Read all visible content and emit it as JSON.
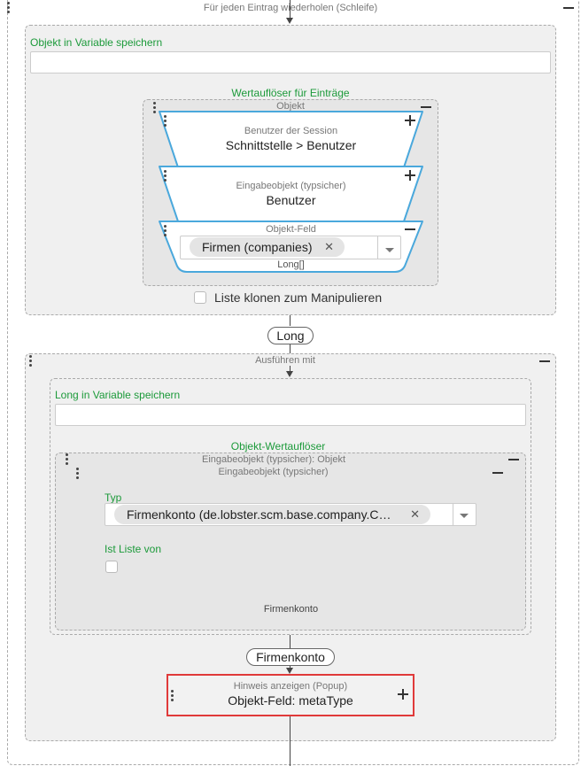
{
  "loop": {
    "title": "Für jeden Eintrag wiederholen (Schleife)",
    "variable_label": "Objekt in Variable speichern",
    "variable_value": "",
    "resolver_title": "Wertauflöser für Einträge",
    "object_label": "Objekt",
    "session_block": {
      "caption": "Benutzer der Session",
      "value": "Schnittstelle > Benutzer"
    },
    "input_block": {
      "caption": "Eingabeobjekt (typsicher)",
      "value": "Benutzer"
    },
    "field_block": {
      "caption": "Objekt-Feld",
      "chip": "Firmen (companies)",
      "chip_remove": "✕",
      "type_hint": "Long[]"
    },
    "clone_label": "Liste klonen zum Manipulieren"
  },
  "connector_long": "Long",
  "execute": {
    "title": "Ausführen mit",
    "variable_label": "Long in Variable speichern",
    "variable_value": "",
    "resolver_title": "Objekt-Wertauflöser",
    "outer_caption": "Eingabeobjekt (typsicher): Objekt",
    "inner_caption": "Eingabeobjekt (typsicher)",
    "type_label": "Typ",
    "type_chip": "Firmenkonto (de.lobster.scm.base.company.C…",
    "type_chip_remove": "✕",
    "is_list_label": "Ist Liste von",
    "footer": "Firmenkonto"
  },
  "connector_firmenkonto": "Firmenkonto",
  "popup": {
    "caption": "Hinweis anzeigen (Popup)",
    "value": "Objekt-Feld: metaType"
  },
  "colors": {
    "accent_green": "#1c9a3a",
    "block_blue": "#4aa8dc",
    "highlight_red": "#e03a3a"
  }
}
